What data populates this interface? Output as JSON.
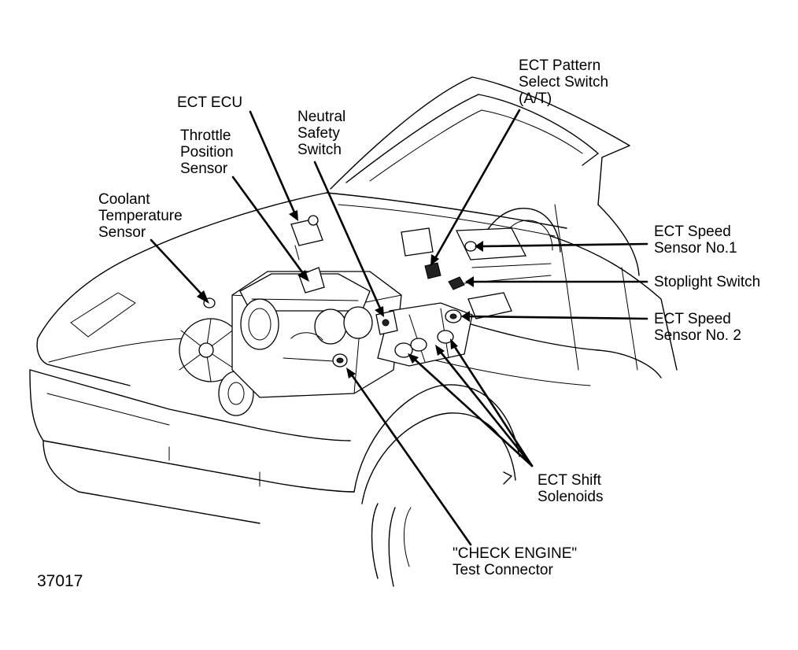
{
  "figure_number": "37017",
  "labels": {
    "ect_pattern": [
      "ECT Pattern",
      "Select Switch",
      "(A/T)"
    ],
    "ect_ecu": [
      "ECT ECU"
    ],
    "neutral_safety": [
      "Neutral",
      "Safety",
      "Switch"
    ],
    "throttle_position": [
      "Throttle",
      "Position",
      "Sensor"
    ],
    "coolant_temp": [
      "Coolant",
      "Temperature",
      "Sensor"
    ],
    "speed_sensor_1": [
      "ECT Speed",
      "Sensor No.1"
    ],
    "stoplight": [
      "Stoplight Switch"
    ],
    "speed_sensor_2": [
      "ECT Speed",
      "Sensor No. 2"
    ],
    "shift_solenoids": [
      "ECT Shift",
      "Solenoids"
    ],
    "check_engine": [
      "\"CHECK ENGINE\"",
      "Test Connector"
    ]
  }
}
